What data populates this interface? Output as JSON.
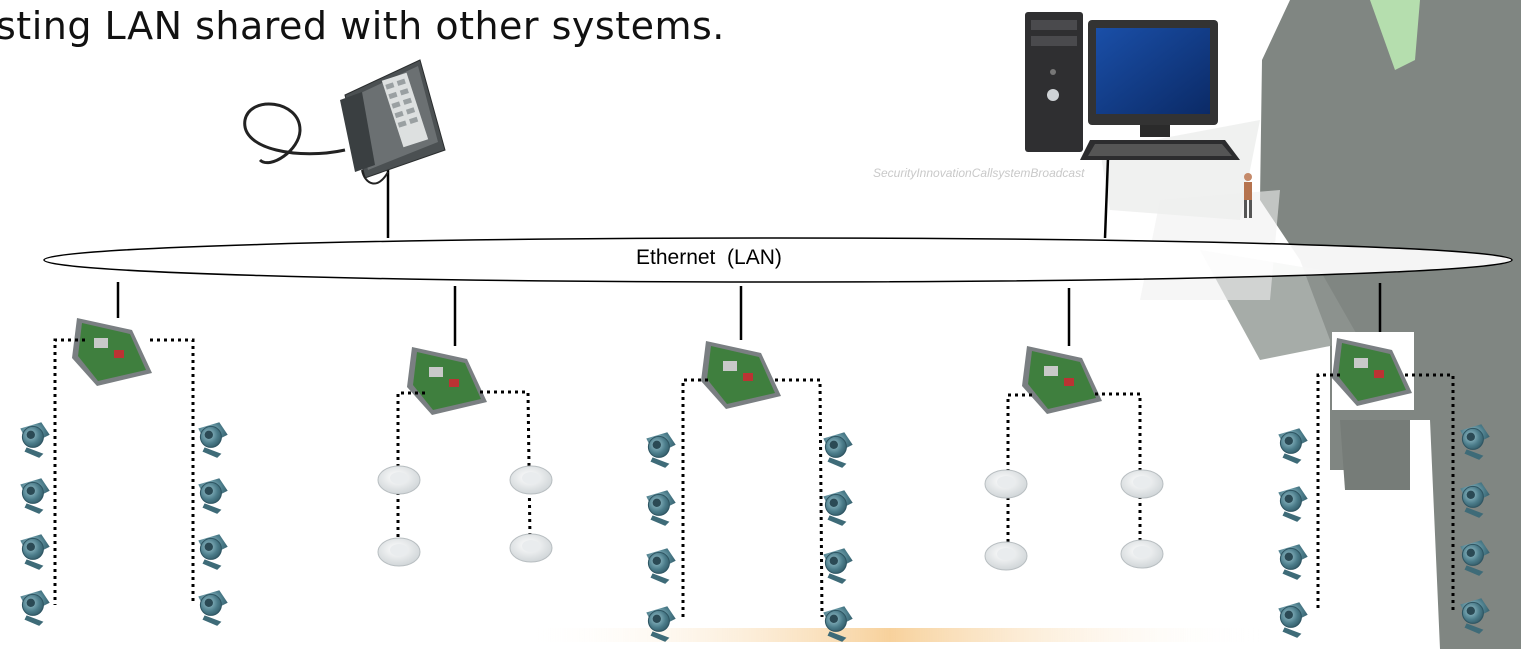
{
  "headline": "sting LAN shared with other systems.",
  "network_label": "Ethernet  (LAN)",
  "watermark_text": "SecurityInnovationCallsystemBroadcast",
  "colors": {
    "speaker": "#3f6f7e",
    "speaker_light": "#8fb7c2",
    "background_figure": "#5e6560",
    "tie": "#a8d8a0",
    "gradient_bar": "#f2b35a"
  },
  "icons": {
    "phone": "desk-phone-icon",
    "computer": "desktop-computer-icon",
    "amplifier": "amplifier-board-icon",
    "horn_speaker": "horn-speaker-icon",
    "ceiling_speaker": "ceiling-speaker-icon"
  },
  "zones": [
    {
      "speaker_type": "horn",
      "left_count": 4,
      "right_count": 4
    },
    {
      "speaker_type": "ceiling",
      "left_count": 2,
      "right_count": 2
    },
    {
      "speaker_type": "horn",
      "left_count": 4,
      "right_count": 4
    },
    {
      "speaker_type": "ceiling",
      "left_count": 2,
      "right_count": 2
    },
    {
      "speaker_type": "horn",
      "left_count": 4,
      "right_count": 4
    }
  ]
}
